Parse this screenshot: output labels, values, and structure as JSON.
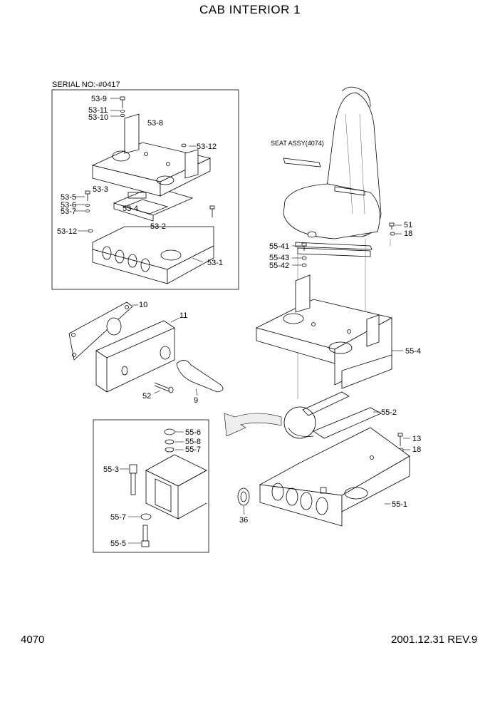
{
  "title": "CAB INTERIOR 1",
  "serial_no": "SERIAL NO:-#0417",
  "seat_assy": "SEAT ASSY(4074)",
  "page_number": "4070",
  "revision": "2001.12.31 REV.9",
  "labels": {
    "p53_9": "53-9",
    "p53_11": "53-11",
    "p53_10": "53-10",
    "p53_8": "53-8",
    "p53_12a": "53-12",
    "p53_3": "53-3",
    "p53_5": "53-5",
    "p53_6": "53-6",
    "p53_7": "53-7",
    "p53_4": "53-4",
    "p53_2": "53-2",
    "p53_12b": "53-12",
    "p53_1": "53-1",
    "p10": "10",
    "p11": "11",
    "p52": "52",
    "p9": "9",
    "p51": "51",
    "p18a": "18",
    "p55_41": "55-41",
    "p55_43": "55-43",
    "p55_42": "55-42",
    "p55_4": "55-4",
    "p55_2": "55-2",
    "p13": "13",
    "p18b": "18",
    "p55_1": "55-1",
    "p36": "36",
    "p55_6": "55-6",
    "p55_8": "55-8",
    "p55_7a": "55-7",
    "p55_3": "55-3",
    "p55_7b": "55-7",
    "p55_5": "55-5"
  }
}
